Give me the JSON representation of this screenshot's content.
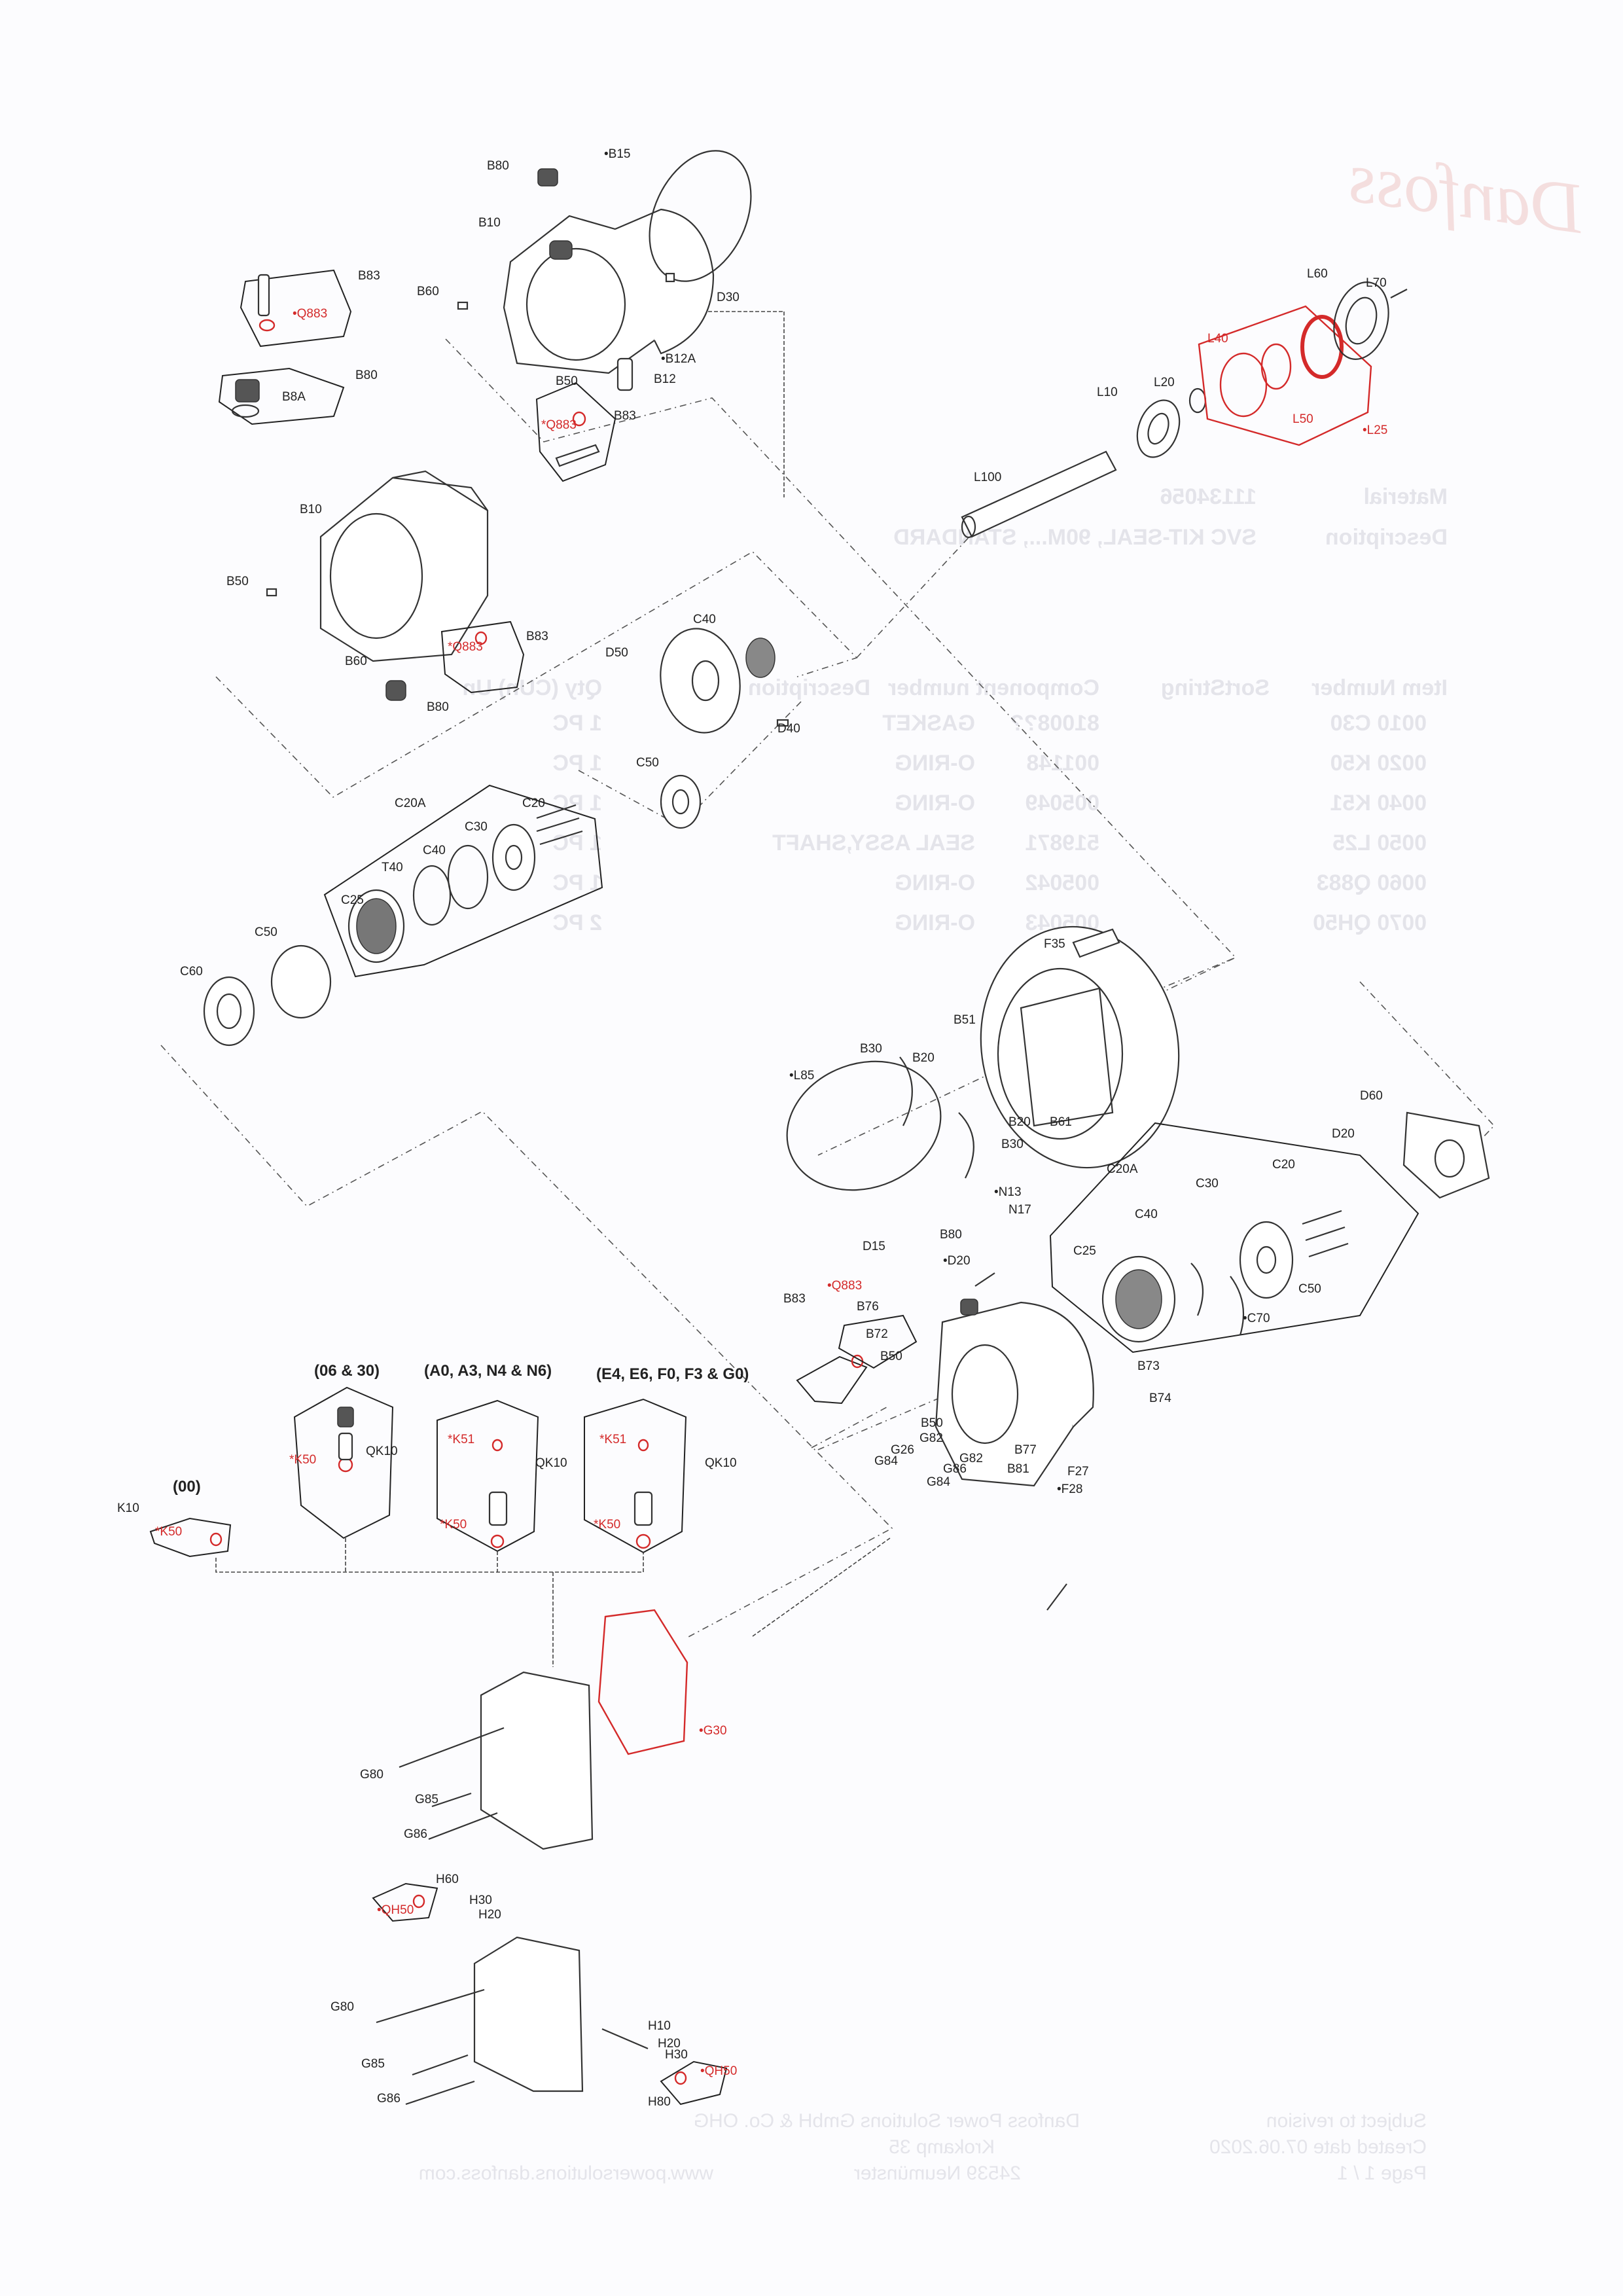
{
  "document": {
    "logo_text": "Danfoss",
    "bleed_through": {
      "material_label": "Material",
      "material_value": "11134056",
      "description_label": "Description",
      "description_value": "SVC KIT-SEAL, 90M..., STANDARD",
      "table_headers": [
        "Item Number",
        "SortString",
        "Component number",
        "Description",
        "Qty (CUn) Un"
      ],
      "table_rows": [
        {
          "item": "0010 C30",
          "component": "81008??",
          "description": "GASKET",
          "qty": "1 PC"
        },
        {
          "item": "0020 K50",
          "component": "001148",
          "description": "O-RING",
          "qty": "1 PC"
        },
        {
          "item": "0040 K51",
          "component": "005049",
          "description": "O-RING",
          "qty": "1 PC"
        },
        {
          "item": "0050 L25",
          "component": "519871",
          "description": "SEAL ASSY,SHAFT",
          "qty": "1 PC"
        },
        {
          "item": "0060 Q883",
          "component": "005042",
          "description": "O-RING",
          "qty": "1 PC"
        },
        {
          "item": "0070 QH50",
          "component": "005043",
          "description": "O-RING",
          "qty": "2 PC"
        }
      ],
      "footer_left": [
        "Subject to revision",
        "Created date 07.06.2020",
        "Page 1 / 1"
      ],
      "footer_company": [
        "Danfoss Power Solutions GmbH & Co. OHG",
        "Krokamp 35",
        "24539 Neumünster"
      ],
      "footer_web": "www.powersolutions.danfoss.com"
    }
  },
  "labels": [
    {
      "text": "B80"
    },
    {
      "text": "•B15"
    },
    {
      "text": "B10"
    },
    {
      "text": "B60"
    },
    {
      "text": "D30"
    },
    {
      "text": "•B12A"
    },
    {
      "text": "B12"
    },
    {
      "text": "B50"
    },
    {
      "text": "B83"
    },
    {
      "text": "*Q883",
      "red": true
    },
    {
      "text": "B83"
    },
    {
      "text": "•Q883",
      "red": true
    },
    {
      "text": "B80"
    },
    {
      "text": "B8A"
    },
    {
      "text": "B10"
    },
    {
      "text": "B50"
    },
    {
      "text": "B83"
    },
    {
      "text": "*Q883",
      "red": true
    },
    {
      "text": "B60"
    },
    {
      "text": "B80"
    },
    {
      "text": "L60"
    },
    {
      "text": "L70"
    },
    {
      "text": "L40",
      "red": true
    },
    {
      "text": "L20"
    },
    {
      "text": "L10"
    },
    {
      "text": "L50",
      "red": true
    },
    {
      "text": "•L25",
      "red": true
    },
    {
      "text": "L100"
    },
    {
      "text": "C40"
    },
    {
      "text": "D50"
    },
    {
      "text": "D40"
    },
    {
      "text": "C50"
    },
    {
      "text": "C20A"
    },
    {
      "text": "C20"
    },
    {
      "text": "C30"
    },
    {
      "text": "C40"
    },
    {
      "text": "T40"
    },
    {
      "text": "C25"
    },
    {
      "text": "C50"
    },
    {
      "text": "C60"
    },
    {
      "text": "F35"
    },
    {
      "text": "B51"
    },
    {
      "text": "B30"
    },
    {
      "text": "B20"
    },
    {
      "text": "•L85"
    },
    {
      "text": "B20"
    },
    {
      "text": "B61"
    },
    {
      "text": "B30"
    },
    {
      "text": "D60"
    },
    {
      "text": "D20"
    },
    {
      "text": "C20A"
    },
    {
      "text": "C20"
    },
    {
      "text": "C30"
    },
    {
      "text": "C40"
    },
    {
      "text": "C25"
    },
    {
      "text": "C50"
    },
    {
      "text": "•C70"
    },
    {
      "text": "•N13"
    },
    {
      "text": "N17"
    },
    {
      "text": "B80"
    },
    {
      "text": "D15"
    },
    {
      "text": "•D20"
    },
    {
      "text": "•Q883",
      "red": true
    },
    {
      "text": "B83"
    },
    {
      "text": "B76"
    },
    {
      "text": "B72"
    },
    {
      "text": "B50"
    },
    {
      "text": "B73"
    },
    {
      "text": "B74"
    },
    {
      "text": "B50"
    },
    {
      "text": "G82"
    },
    {
      "text": "G26"
    },
    {
      "text": "G84"
    },
    {
      "text": "G82"
    },
    {
      "text": "B77"
    },
    {
      "text": "G86"
    },
    {
      "text": "G84"
    },
    {
      "text": "B81"
    },
    {
      "text": "F27"
    },
    {
      "text": "•F28"
    },
    {
      "text": "(06 & 30)",
      "heading": true
    },
    {
      "text": "(A0, A3, N4 & N6)",
      "heading": true
    },
    {
      "text": "(E4, E6, F0, F3 & G0)",
      "heading": true
    },
    {
      "text": "(00)",
      "heading": true
    },
    {
      "text": "K10"
    },
    {
      "text": "*K50",
      "red": true
    },
    {
      "text": "*K50",
      "red": true
    },
    {
      "text": "QK10"
    },
    {
      "text": "*K51",
      "red": true
    },
    {
      "text": "QK10"
    },
    {
      "text": "*K50",
      "red": true
    },
    {
      "text": "*K51",
      "red": true
    },
    {
      "text": "QK10"
    },
    {
      "text": "*K50",
      "red": true
    },
    {
      "text": "•G30",
      "red": true
    },
    {
      "text": "G80"
    },
    {
      "text": "G85"
    },
    {
      "text": "G86"
    },
    {
      "text": "H60"
    },
    {
      "text": "•QH50",
      "red": true
    },
    {
      "text": "H30"
    },
    {
      "text": "H20"
    },
    {
      "text": "G80"
    },
    {
      "text": "H10"
    },
    {
      "text": "H20"
    },
    {
      "text": "H30"
    },
    {
      "text": "•QH50",
      "red": true
    },
    {
      "text": "H80"
    },
    {
      "text": "G85"
    },
    {
      "text": "G86"
    }
  ],
  "colors": {
    "ink": "#222222",
    "highlight": "#d42a2a",
    "paper": "#fcfcfe",
    "ghost": "#e4e4ea"
  }
}
